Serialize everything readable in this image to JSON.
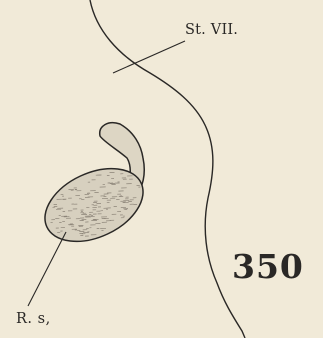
{
  "labels": {
    "sternite": "St. VII.",
    "receptaculum": "R. s,"
  },
  "figure_number": "350",
  "colors": {
    "background": "#f1ead8",
    "ink": "#2a2826",
    "stipple": "#8c8478"
  }
}
